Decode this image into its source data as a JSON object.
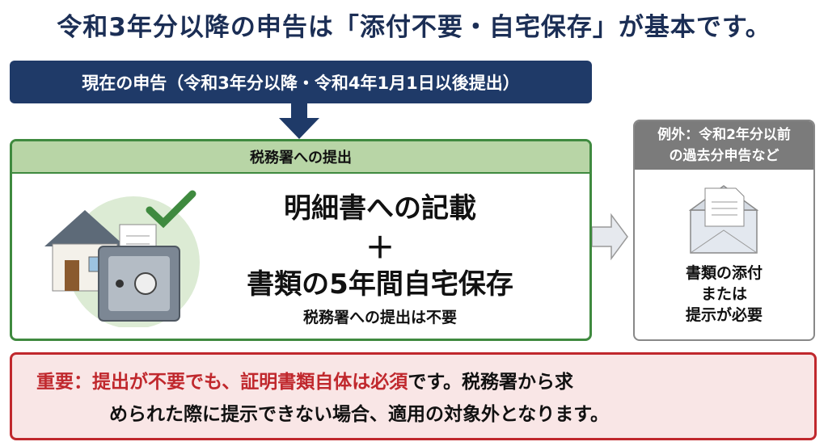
{
  "title": "令和3年分以降の申告は「添付不要・自宅保存」が基本です。",
  "banner": "現在の申告（令和3年分以降・令和4年1月1日以後提出）",
  "green_box": {
    "header": "税務署への提出",
    "line1": "明細書への記載",
    "plus": "＋",
    "line2": "書類の5年間自宅保存",
    "sub": "税務署への提出は不要"
  },
  "exception_box": {
    "header_line1": "例外：令和2年分以前",
    "header_line2": "の過去分申告など",
    "body_line1": "書類の添付",
    "body_line2": "または",
    "body_line3": "提示が必要"
  },
  "notice": {
    "label": "重要：",
    "red_text": "提出が不要でも、証明書類自体は必須",
    "black_text1": "です。税務署から求",
    "line2": "められた際に提示できない場合、適用の対象外となります。"
  },
  "colors": {
    "navy": "#1f3a68",
    "green": "#3f8a3f",
    "red": "#c0282d",
    "gray": "#7b7b7b"
  }
}
